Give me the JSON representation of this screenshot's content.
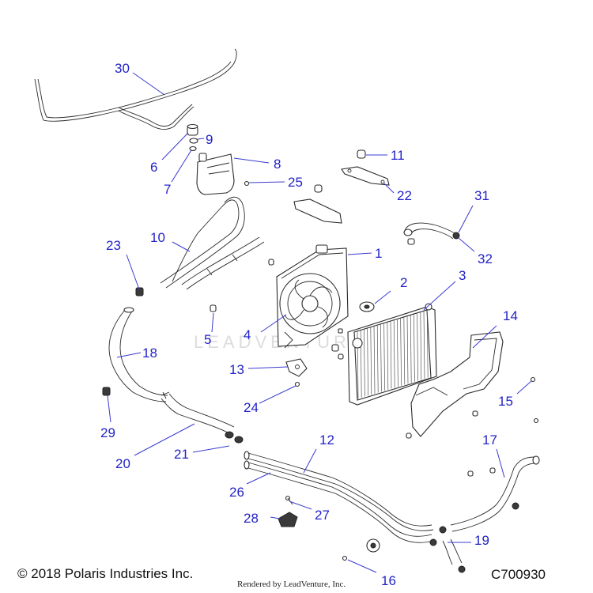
{
  "copyright": "© 2018 Polaris Industries Inc.",
  "rendered_by": "Rendered by LeadVenture, Inc.",
  "drawing_code": "C700930",
  "watermark": "LEADVENTURE",
  "accent_color": "#2323c8",
  "callouts": {
    "n1": "1",
    "n2": "2",
    "n3": "3",
    "n4": "4",
    "n5": "5",
    "n6": "6",
    "n7": "7",
    "n8": "8",
    "n9": "9",
    "n10": "10",
    "n11": "11",
    "n12": "12",
    "n13": "13",
    "n14": "14",
    "n15": "15",
    "n16": "16",
    "n17": "17",
    "n18": "18",
    "n19": "19",
    "n20": "20",
    "n21": "21",
    "n22": "22",
    "n23": "23",
    "n24": "24",
    "n25": "25",
    "n26": "26",
    "n27": "27",
    "n28": "28",
    "n29": "29",
    "n30": "30",
    "n31": "31",
    "n32": "32"
  }
}
